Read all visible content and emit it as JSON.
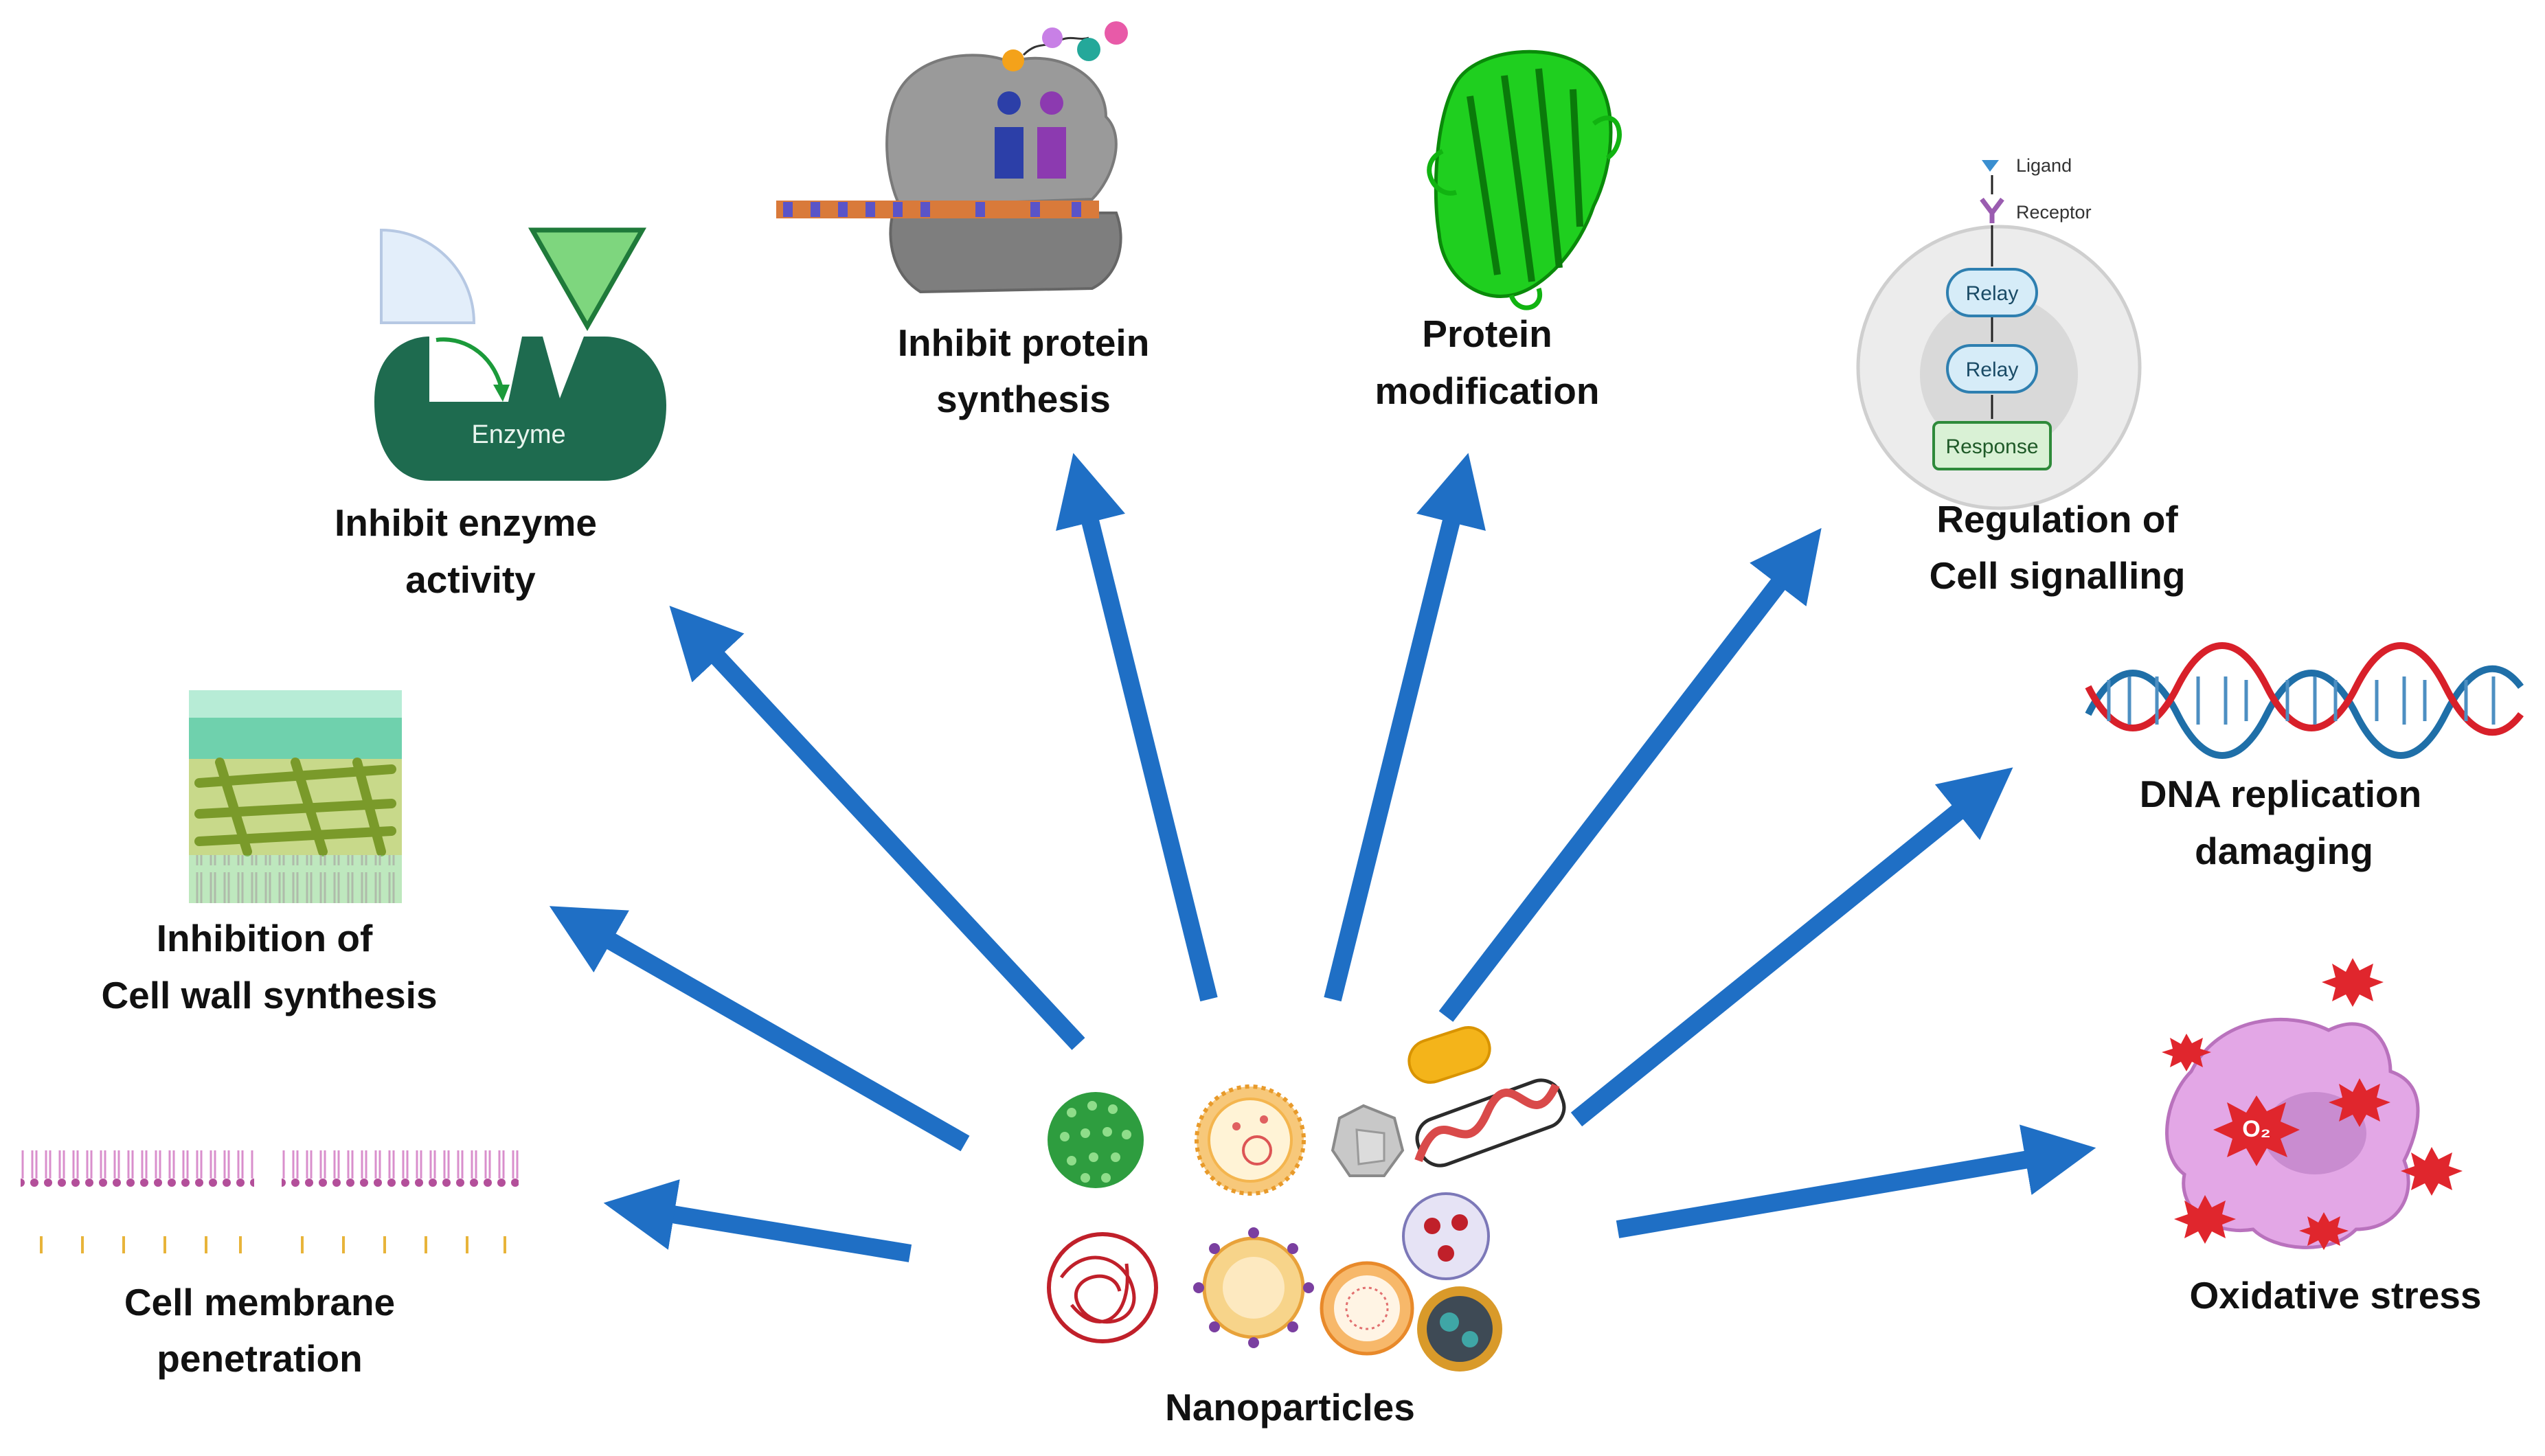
{
  "center": {
    "label": "Nanoparticles"
  },
  "mechanisms": [
    {
      "id": "membrane",
      "line1": "Cell membrane",
      "line2": "penetration"
    },
    {
      "id": "cellwall",
      "line1": "Inhibition of",
      "line2": "Cell wall synthesis"
    },
    {
      "id": "enzyme",
      "line1": "Inhibit enzyme",
      "line2": "activity"
    },
    {
      "id": "protein-synthesis",
      "line1": "Inhibit protein",
      "line2": "synthesis"
    },
    {
      "id": "protein-mod",
      "line1": "Protein",
      "line2": "modification"
    },
    {
      "id": "signalling",
      "line1": "Regulation of",
      "line2": "Cell signalling"
    },
    {
      "id": "dna",
      "line1": "DNA replication",
      "line2": "damaging"
    },
    {
      "id": "oxidative",
      "line1": "Oxidative stress",
      "line2": ""
    }
  ],
  "enzyme_icon": {
    "label": "Enzyme"
  },
  "signalling_icon": {
    "ligand": "Ligand",
    "receptor": "Receptor",
    "relay1": "Relay",
    "relay2": "Relay",
    "response": "Response"
  },
  "oxidative_icon": {
    "radical_label": "O₂"
  },
  "colors": {
    "arrow": "#1f6fc5",
    "enzyme": "#1e6b4f",
    "protein": "#19c419",
    "cell": "#e3a7e6",
    "radical": "#e0262d"
  }
}
